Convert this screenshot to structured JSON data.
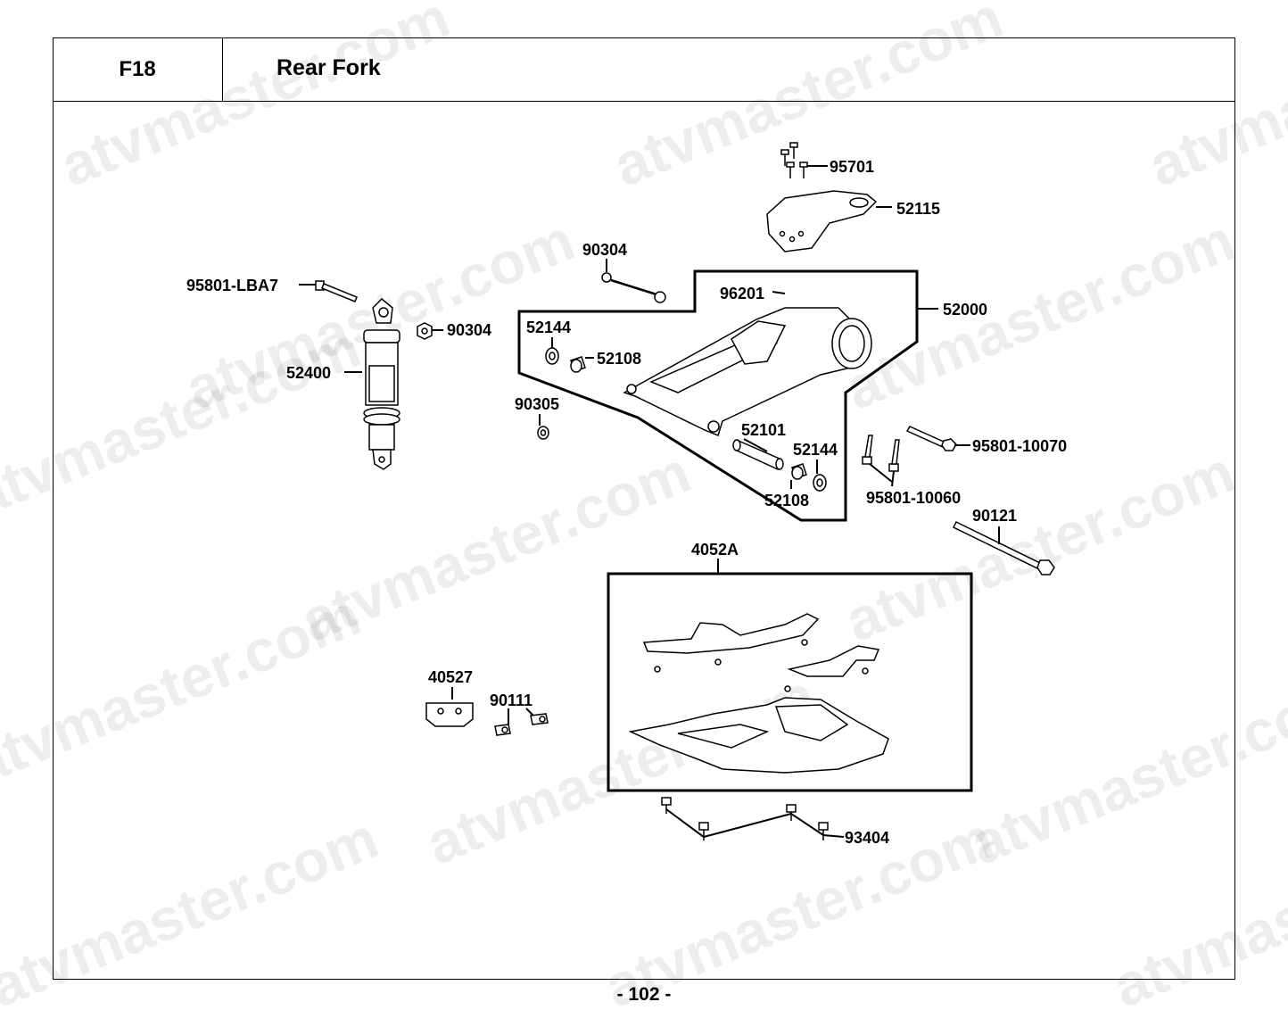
{
  "header": {
    "code": "F18",
    "title": "Rear Fork"
  },
  "footer": {
    "page_number": "- 102 -"
  },
  "watermark": {
    "text": "atvmaster.com"
  },
  "parts": {
    "p95701": "95701",
    "p52115": "52115",
    "p90304a": "90304",
    "p96201": "96201",
    "p52000": "52000",
    "p95801lba7": "95801-LBA7",
    "p90304b": "90304",
    "p52144a": "52144",
    "p52108a": "52108",
    "p52400": "52400",
    "p90305": "90305",
    "p52101": "52101",
    "p52144b": "52144",
    "p52108b": "52108",
    "p95801_10070": "95801-10070",
    "p95801_10060": "95801-10060",
    "p90121": "90121",
    "p4052A": "4052A",
    "p40527": "40527",
    "p90111": "90111",
    "p93404": "93404"
  }
}
